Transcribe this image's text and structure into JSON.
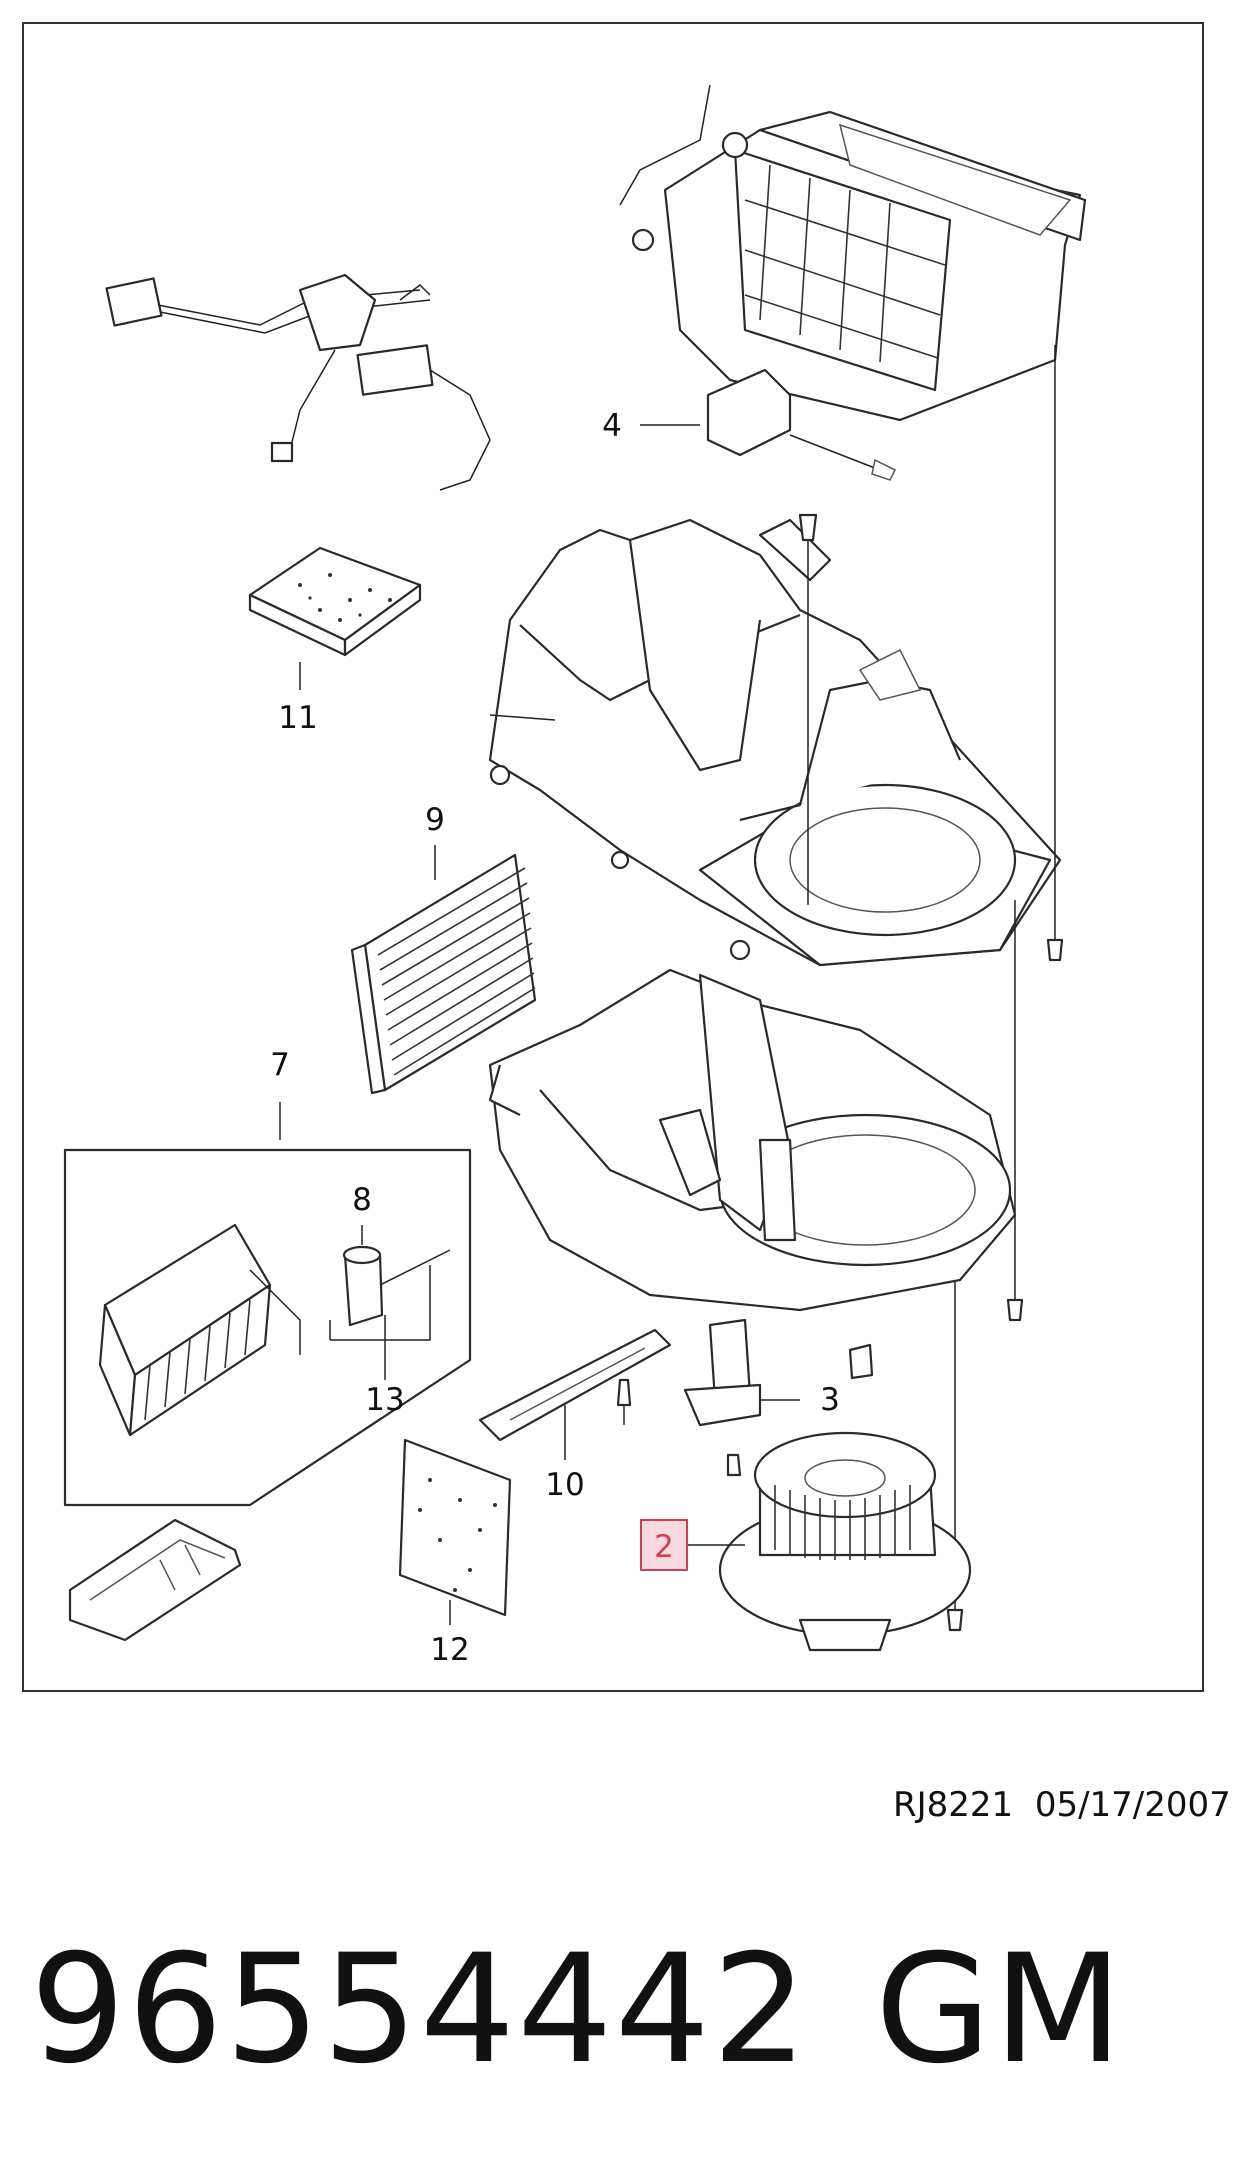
{
  "diagram": {
    "callouts": {
      "c2": "2",
      "c3": "3",
      "c4": "4",
      "c7": "7",
      "c8": "8",
      "c9": "9",
      "c10": "10",
      "c11": "11",
      "c12": "12",
      "c13": "13"
    },
    "highlight_color": "#f7d9de",
    "highlight_border": "#d04050"
  },
  "footer": {
    "drawing_code": "RJ8221",
    "date": "05/17/2007",
    "part_number": "96554442",
    "brand": "GM"
  }
}
